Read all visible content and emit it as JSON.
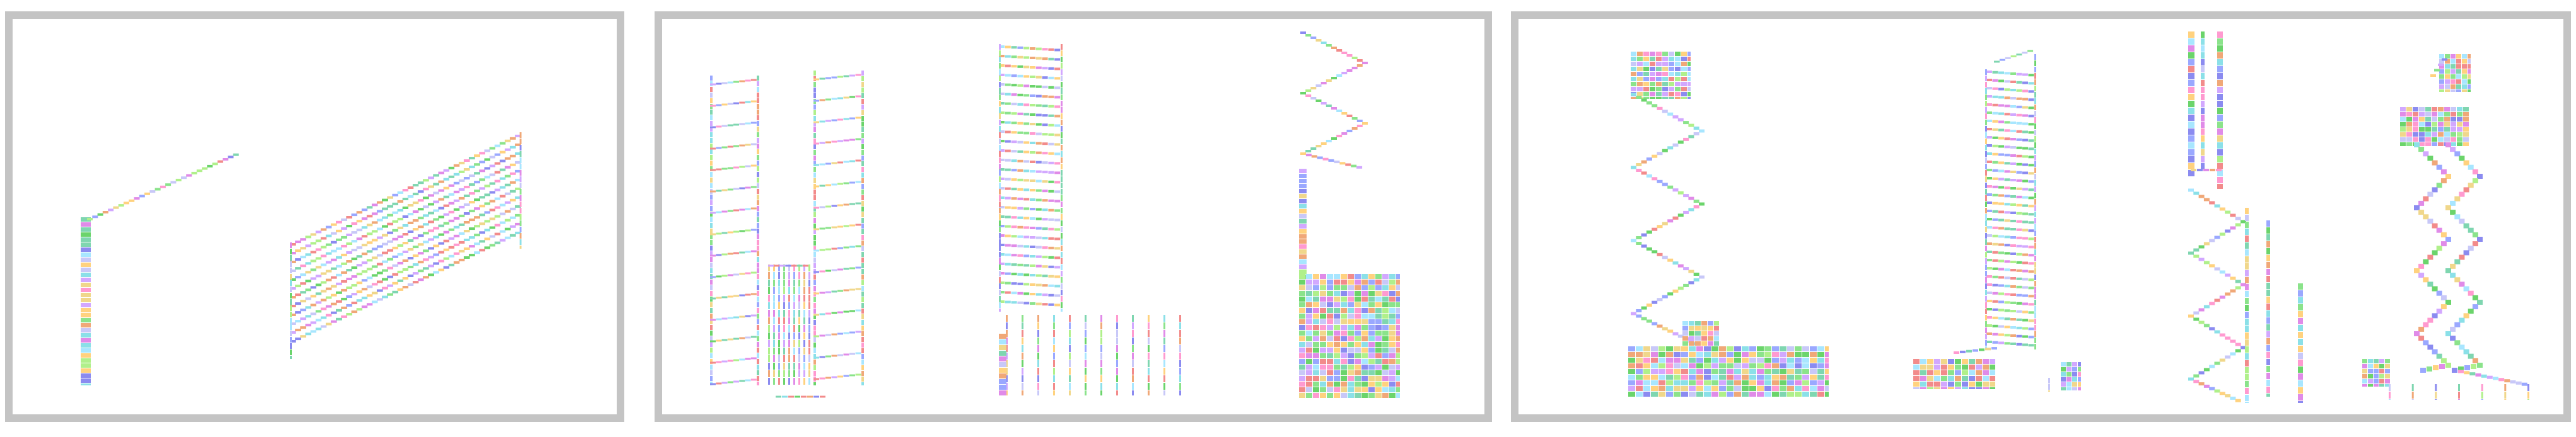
{
  "palette": [
    "#f28b8b",
    "#8be38b",
    "#8b8bf0",
    "#f0d78b",
    "#e08be8",
    "#8be0e8",
    "#b0f08b",
    "#f0a878",
    "#9aa8ff",
    "#ff9ad0",
    "#7fd6b0",
    "#c8c8f8",
    "#d2a8ff",
    "#ffd27f",
    "#a8e6ff",
    "#6bd46b"
  ],
  "scene": {
    "panels": [
      {
        "id": "panel-1",
        "structures": [
          {
            "type": "vertical-bar-with-diagonal",
            "label": ""
          },
          {
            "type": "slanted-brick-wall",
            "label": ""
          }
        ]
      },
      {
        "id": "panel-2",
        "structures": [
          {
            "type": "twin-ladders-with-gate",
            "label": ""
          },
          {
            "type": "zigzag-tower-with-pillars",
            "label": ""
          },
          {
            "type": "zigzag-ribbon-with-block",
            "label": ""
          }
        ]
      },
      {
        "id": "panel-3",
        "structures": [
          {
            "type": "zigzag-with-slab",
            "label": ""
          },
          {
            "type": "zigzag-tower-with-base",
            "label": ""
          },
          {
            "type": "multi-column-zigzag",
            "label": ""
          },
          {
            "type": "double-wave-tower",
            "label": ""
          }
        ]
      }
    ]
  }
}
